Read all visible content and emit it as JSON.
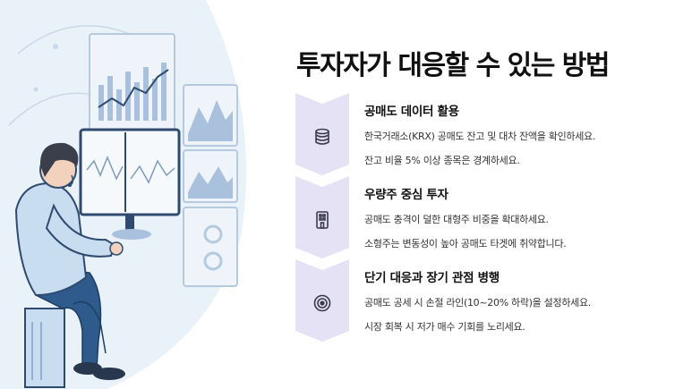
{
  "title": "투자자가 대응할 수 있는 방법",
  "steps": [
    {
      "heading": "공매도 데이터 활용",
      "icon": "database-icon",
      "lines": [
        "한국거래소(KRX) 공매도 잔고 및 대차 잔액을 확인하세요.",
        "잔고 비율 5% 이상 종목은 경계하세요."
      ]
    },
    {
      "heading": "우량주 중심 투자",
      "icon": "building-icon",
      "lines": [
        "공매도 충격이 덜한 대형주 비중을 확대하세요.",
        "소형주는 변동성이 높아 공매도 타겟에 취약합니다."
      ]
    },
    {
      "heading": "단기 대응과 장기 관점 병행",
      "icon": "target-icon",
      "lines": [
        "공매도 공세 시 손절 라인(10~20% 하락)을 설정하세요.",
        "시장 회복 시 저가 매수 기회를 노리세요."
      ]
    }
  ],
  "colors": {
    "chevron_fill": "#e4e2f4",
    "icon_stroke": "#3a3a4a",
    "illustration_blue": "#a9c1dc",
    "shirt": "#c9ddf0",
    "pants": "#2e5a8c"
  }
}
